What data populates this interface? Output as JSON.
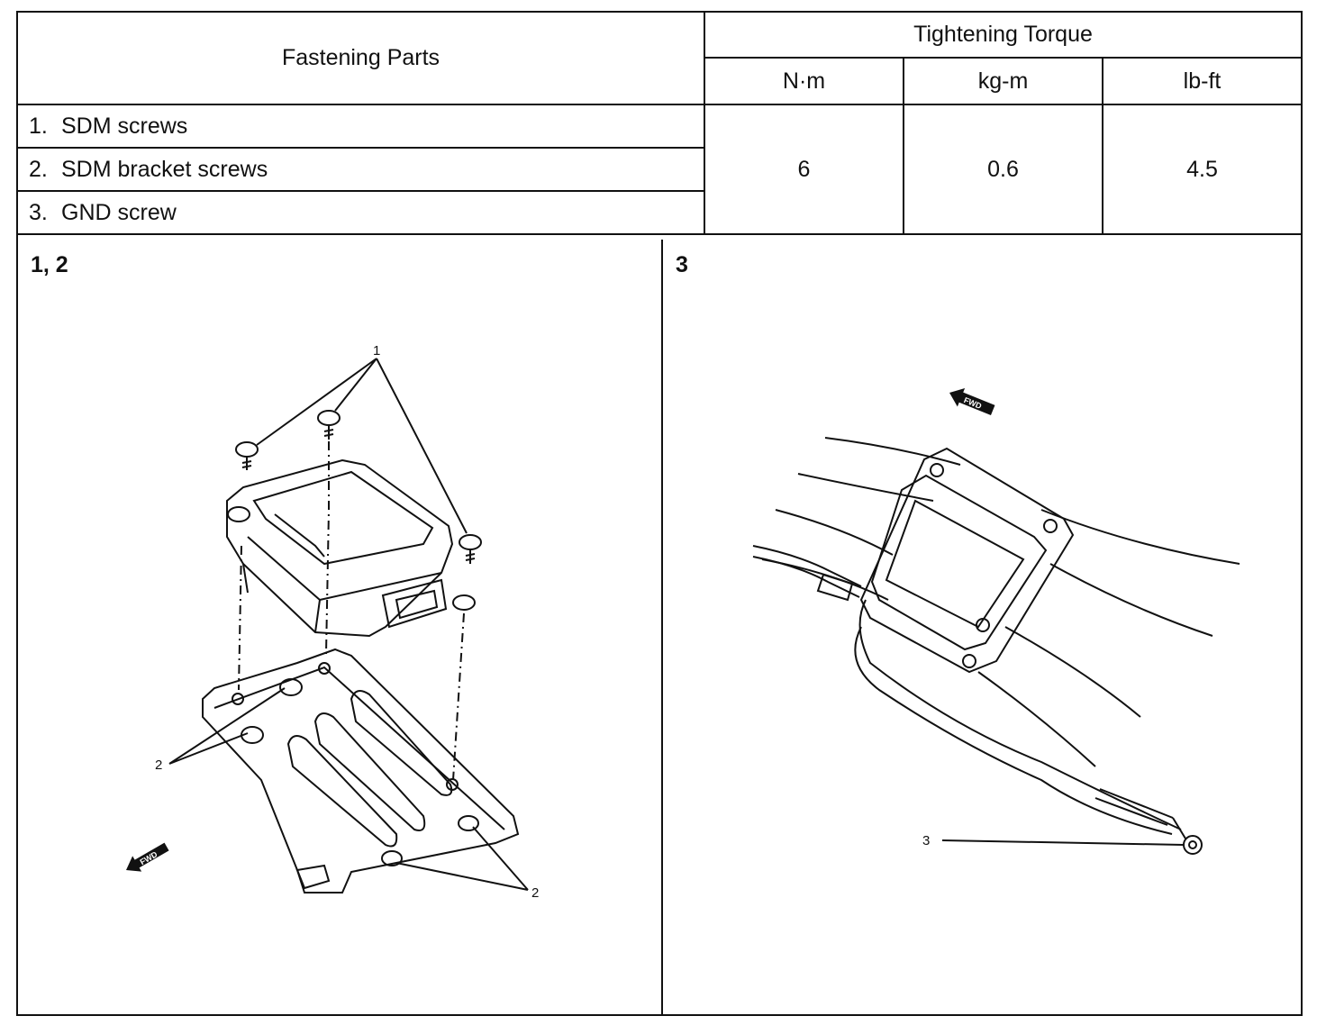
{
  "table": {
    "col_parts": "Fastening Parts",
    "col_torque": "Tightening Torque",
    "units": [
      "N·m",
      "kg-m",
      "lb-ft"
    ],
    "parts": [
      {
        "num": "1.",
        "name": "SDM screws"
      },
      {
        "num": "2.",
        "name": "SDM bracket screws"
      },
      {
        "num": "3.",
        "name": "GND screw"
      }
    ],
    "values": [
      "6",
      "0.6",
      "4.5"
    ]
  },
  "figures": {
    "left": {
      "label": "1, 2",
      "callouts": {
        "screw": "1",
        "bracket_a": "2",
        "bracket_b": "2"
      },
      "fwd": "FWD"
    },
    "right": {
      "label": "3",
      "callouts": {
        "gnd": "3"
      },
      "fwd": "FWD"
    }
  }
}
